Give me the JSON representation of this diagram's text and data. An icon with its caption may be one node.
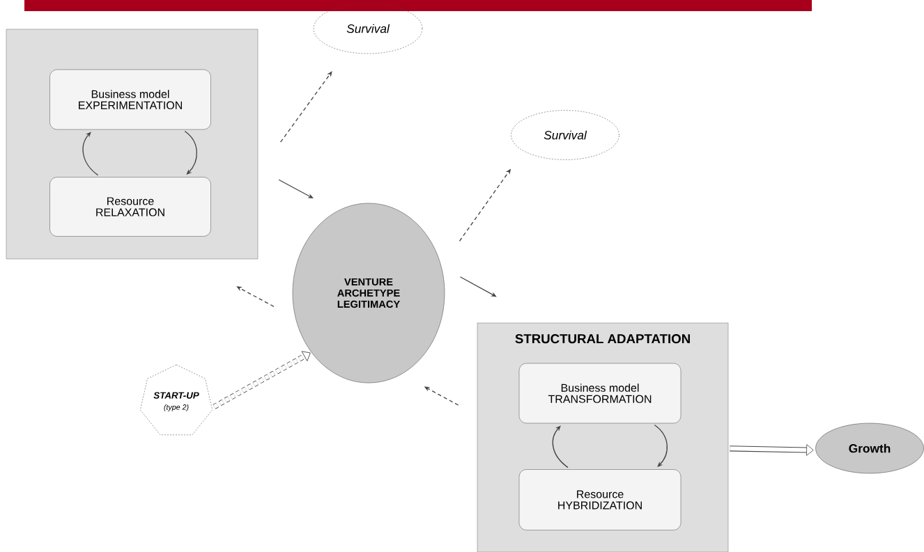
{
  "diagram": {
    "nodes": [
      {
        "text": [],
        "shape": "box"
      },
      {
        "text": [
          "Business model EXPERIMENTATION"
        ],
        "in": 0
      },
      {
        "text": [
          "Resource RELAXATION"
        ],
        "in": 0
      },
      {
        "text": [
          "Survival"
        ]
      },
      {
        "text": [
          "Survival"
        ]
      },
      {
        "text": [
          "VENTURE ARCHETYPE LEGITIMACY"
        ]
      },
      {
        "text": [
          "START-UP",
          "(type 2)"
        ]
      },
      {
        "text": [
          "STRUCTURAL ADAPTATION"
        ]
      },
      {
        "text": [
          "Business model TRANSFORMATION"
        ],
        "in": 7
      },
      {
        "text": [
          "Resource HYBRIDIZATION"
        ],
        "in": 7
      },
      {
        "text": [
          "Growth"
        ]
      }
    ],
    "edges": [
      {
        "from": 1,
        "to": 2,
        "arrow": "to"
      },
      {
        "from": 2,
        "to": 1,
        "arrow": "to"
      },
      {
        "from": 0,
        "to": 3,
        "arrow": "to",
        "style": "dashed"
      },
      {
        "from": 0,
        "to": 5,
        "arrow": "to"
      },
      {
        "from": 5,
        "to": 4,
        "arrow": "to",
        "style": "dashed"
      },
      {
        "from": 5,
        "to": 7,
        "arrow": "to"
      },
      {
        "from": 5,
        "to": 0,
        "arrow": "to",
        "style": "dashed"
      },
      {
        "from": 6,
        "to": 5,
        "arrow": "to",
        "style": "dashed"
      },
      {
        "from": 7,
        "to": 5,
        "arrow": "to",
        "style": "dashed"
      },
      {
        "from": 8,
        "to": 9,
        "arrow": "to"
      },
      {
        "from": 9,
        "to": 8,
        "arrow": "to"
      },
      {
        "from": 7,
        "to": 10,
        "arrow": "to",
        "style": "thick"
      }
    ]
  }
}
